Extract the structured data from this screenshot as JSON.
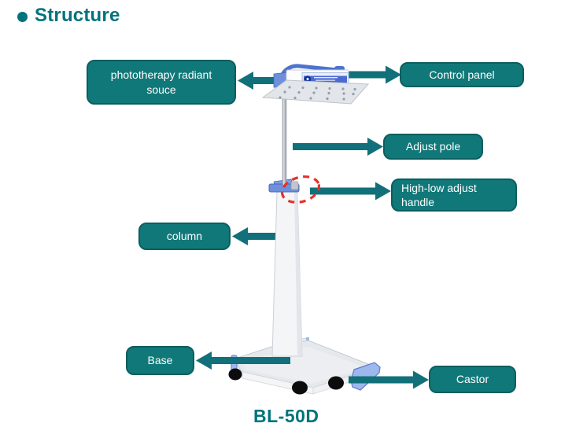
{
  "slide": {
    "title": "Structure",
    "model": "BL-50D"
  },
  "labels": {
    "radiant_source": {
      "lines": [
        "phototherapy radiant",
        "souce"
      ]
    },
    "control_panel": {
      "lines": [
        "Control panel"
      ]
    },
    "adjust_pole": {
      "lines": [
        "Adjust pole"
      ]
    },
    "high_low_handle": {
      "lines": [
        "High-low adjust",
        "handle"
      ]
    },
    "column": {
      "lines": [
        "column"
      ]
    },
    "base": {
      "lines": [
        "Base"
      ]
    },
    "castor": {
      "lines": [
        "Castor"
      ]
    }
  },
  "icons": {
    "title_bullet": "circle",
    "highlight": "red-dashed-ellipse"
  },
  "colors": {
    "label_fill": "#117879",
    "label_border": "#0b5e60",
    "arrow": "#11707a",
    "accent_text": "#00737d",
    "highlight": "#e8302a"
  }
}
